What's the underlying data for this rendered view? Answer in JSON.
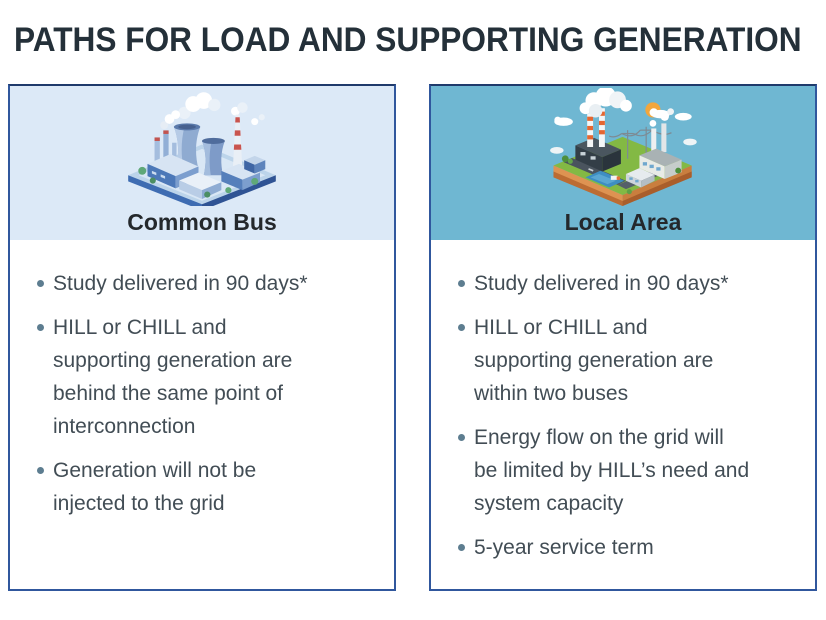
{
  "page": {
    "title": "PATHS FOR LOAD AND SUPPORTING GENERATION"
  },
  "colors": {
    "card_border": "#30579D",
    "common_bus_header_bg": "#DCE9F7",
    "local_area_header_bg": "#6FB7D2",
    "title_text": "#243039",
    "card_title_text": "#24282C",
    "body_text": "#424D55",
    "bullet_dot": "#5D7D90"
  },
  "cards": [
    {
      "title": "Common Bus",
      "illustration": "isometric-power-plant-blue",
      "bullets": [
        "Study delivered in 90 days*",
        "HILL or CHILL and\nsupporting generation are\nbehind the same point of\ninterconnection",
        "Generation will not be\ninjected to the grid"
      ]
    },
    {
      "title": "Local Area",
      "illustration": "isometric-factory-landscape",
      "bullets": [
        "Study delivered in 90 days*",
        "HILL or CHILL and\nsupporting generation are\nwithin two buses",
        "Energy flow on the grid will\nbe limited by HILL’s need and\nsystem capacity",
        "5-year service term"
      ]
    }
  ]
}
